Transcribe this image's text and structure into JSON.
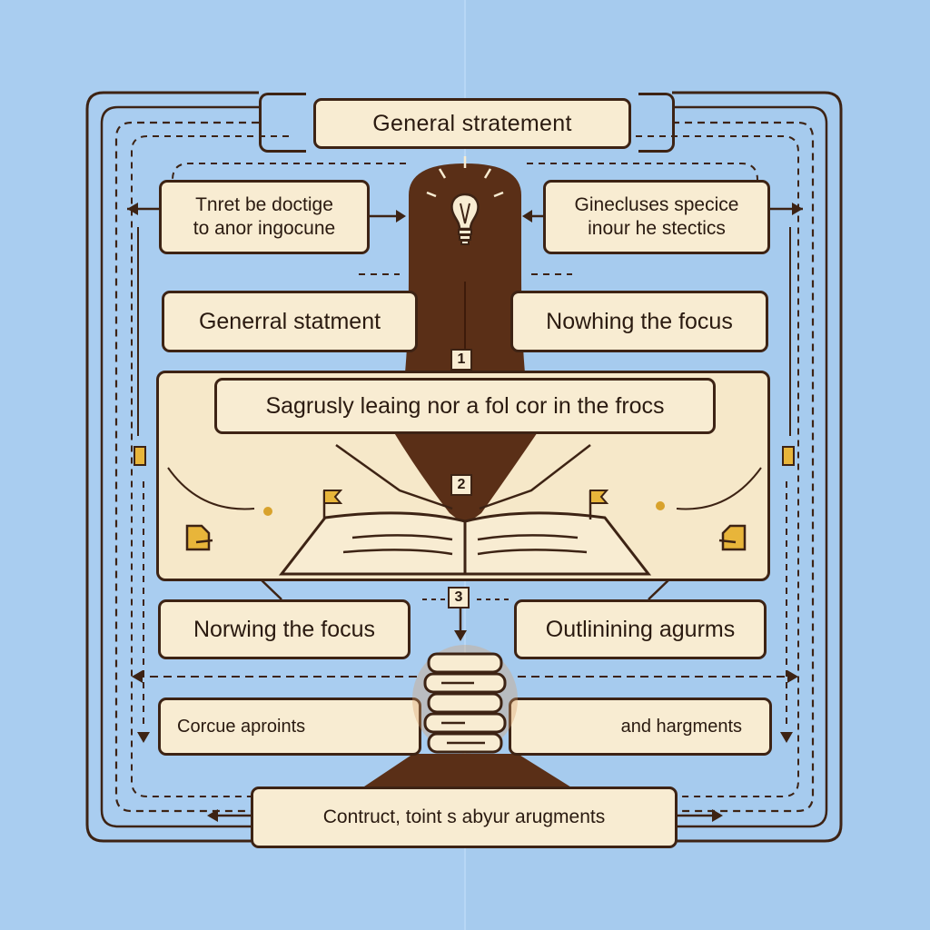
{
  "title": "General stratement",
  "boxes": {
    "top_left": [
      "Tnret be doctige",
      "to anor  ingocune"
    ],
    "top_right": [
      "Ginecluses specice",
      "inour he stectics"
    ],
    "mid_left": "Generral statment",
    "mid_right": "Nowhing the focus",
    "panel_banner": "Sagrusly leaing nor a fol cor in the frocs",
    "lower_left": "Norwing the focus",
    "lower_right": "Outlinining agurms",
    "bottom_left": "Corcue aproints",
    "bottom_right": "and hargments",
    "footer": "Contruct, toint s abyur arugments"
  },
  "step_numbers": [
    "1",
    "2",
    "3"
  ],
  "icons": [
    "lightbulb-icon",
    "open-book-icon",
    "book-stack-icon",
    "flag-icon",
    "pencil-icon",
    "arrow-icon"
  ],
  "colors": {
    "background": "#a9cdf0",
    "box_fill": "#f8ecd2",
    "outline": "#3d2314",
    "brown": "#5a2f17",
    "accent": "#e8b53a"
  }
}
